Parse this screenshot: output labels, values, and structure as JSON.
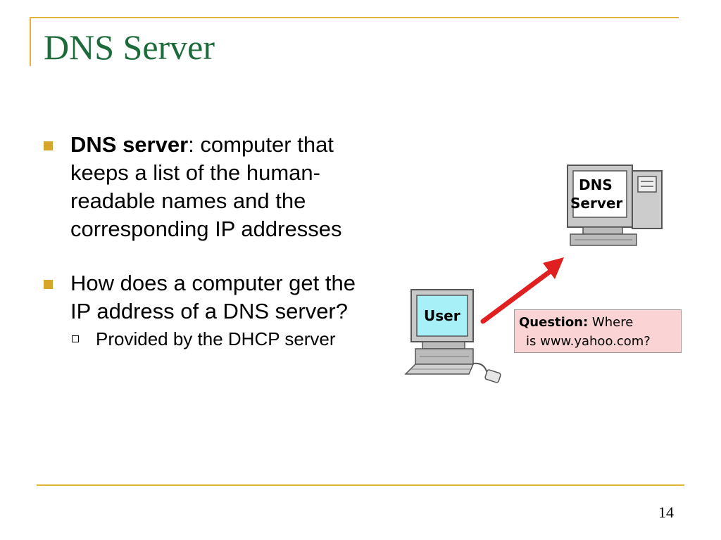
{
  "slide": {
    "title": "DNS Server",
    "page_number": "14"
  },
  "bullets": {
    "b1_term": "DNS server",
    "b1_rest": ": computer that keeps a list of the human-readable names and the corresponding IP addresses",
    "b2_text": "How does a computer get the IP address of a DNS server?",
    "b2_sub": "Provided by the DHCP server"
  },
  "diagram": {
    "dns_label_1": "DNS",
    "dns_label_2": "Server",
    "user_label": "User",
    "question_word": "Question:",
    "question_rest": " Where",
    "question_line2": "is www.yahoo.com?"
  },
  "colors": {
    "title": "#1D6B3A",
    "accent": "#E0B43A",
    "bullet": "#D4A62A",
    "arrow": "#E02020",
    "callout_bg": "#FAD4D4",
    "user_screen": "#A8F0F8"
  }
}
